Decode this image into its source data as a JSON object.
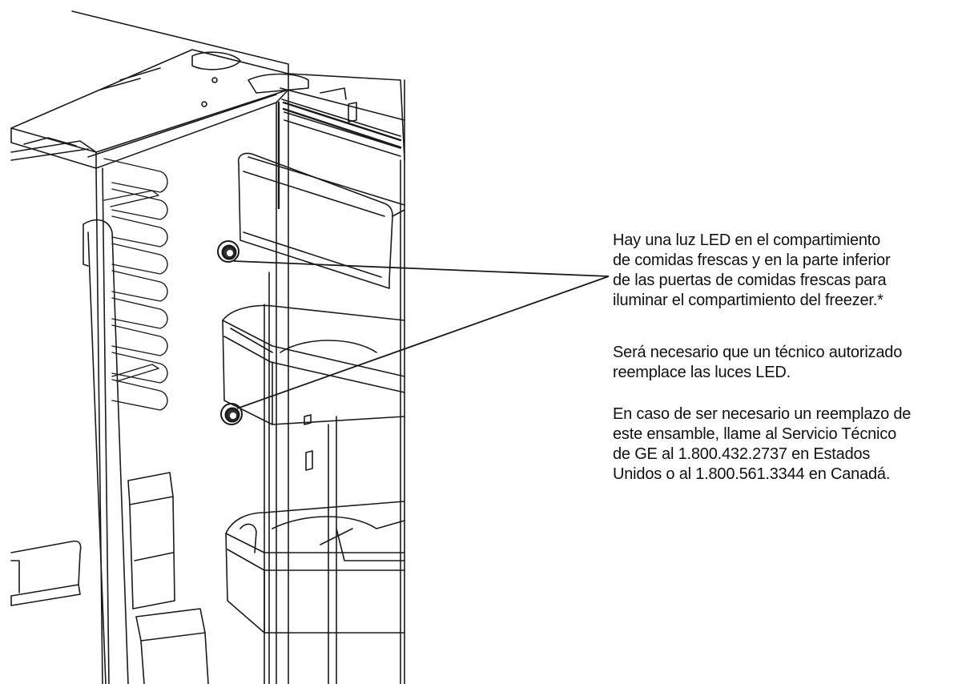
{
  "callout": {
    "led_location": "Hay una luz LED en el compartimiento\nde comidas frescas y en la parte inferior\nde las puertas de comidas frescas para\niluminar el compartimiento del freezer.*",
    "authorized_tech": "Será necesario que un técnico autorizado\nreemplace las luces LED.",
    "service_contact": "En caso de ser necesario un reemplazo de\neste ensamble, llame al Servicio Técnico\nde GE al 1.800.432.2737 en Estados\nUnidos o al 1.800.561.3344 en Canadá."
  },
  "colors": {
    "line": "#1a1a1a",
    "background": "#ffffff"
  },
  "icons": {
    "led_light": "led-light-icon"
  }
}
